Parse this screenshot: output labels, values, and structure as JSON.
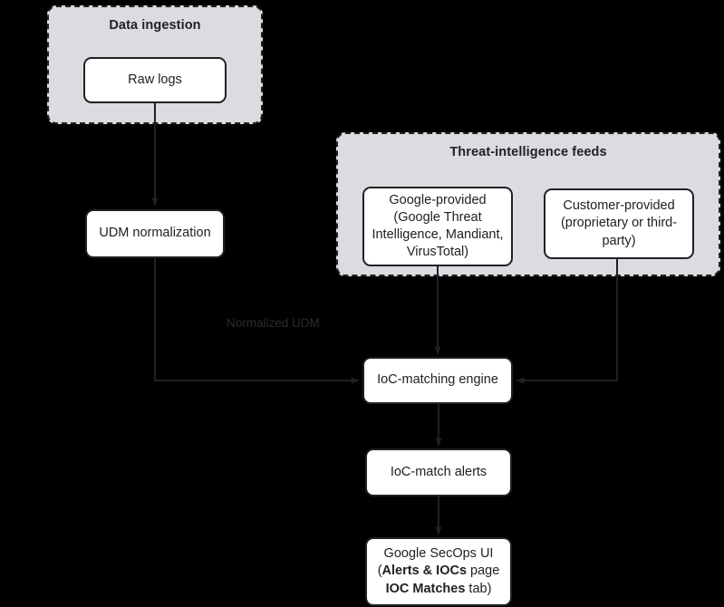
{
  "diagram": {
    "type": "flowchart",
    "background_color": "#000000",
    "node_fill": "#ffffff",
    "node_stroke": "#202124",
    "cluster_fill": "#dadce0",
    "cluster_stroke": "#202124",
    "edge_label_color": "#2c2c2f"
  },
  "clusters": [
    {
      "id": "data-ingestion",
      "title": "Data ingestion"
    },
    {
      "id": "threat-intelligence-feeds",
      "title": "Threat-intelligence feeds"
    }
  ],
  "nodes": [
    {
      "id": "raw-logs",
      "label": "Raw logs"
    },
    {
      "id": "udm-normalization",
      "label": "UDM normalization"
    },
    {
      "id": "google-provided",
      "label": "Google-provided (Google Threat Intelligence, Mandiant, VirusTotal)",
      "lines": [
        "Google-provided",
        "(Google Threat",
        "Intelligence, Mandiant,",
        "VirusTotal)"
      ]
    },
    {
      "id": "customer-provided",
      "label": "Customer-provided (proprietary or third-party)",
      "lines": [
        "Customer-provided",
        "(proprietary or third-",
        "party)"
      ]
    },
    {
      "id": "ioc-matching-engine",
      "label": "IoC-matching engine"
    },
    {
      "id": "ioc-match-alerts",
      "label": "IoC-match alerts"
    },
    {
      "id": "google-secops-ui",
      "label": "Google SecOps UI (Alerts & IOCs page IOC Matches tab)",
      "line1": "Google SecOps UI",
      "line2_prefix": "(",
      "line2_bold": "Alerts & IOCs",
      "line2_suffix": " page",
      "line3_bold": "IOC Matches",
      "line3_suffix": " tab)"
    }
  ],
  "edges": [
    {
      "id": "raw-logs-to-udm",
      "from": "raw-logs",
      "to": "udm-normalization",
      "label": ""
    },
    {
      "id": "udm-to-engine",
      "from": "udm-normalization",
      "to": "ioc-matching-engine",
      "label": "Normalized UDM"
    },
    {
      "id": "google-provided-to-engine",
      "from": "google-provided",
      "to": "ioc-matching-engine",
      "label": ""
    },
    {
      "id": "customer-provided-to-engine",
      "from": "customer-provided",
      "to": "ioc-matching-engine",
      "label": ""
    },
    {
      "id": "engine-to-alerts",
      "from": "ioc-matching-engine",
      "to": "ioc-match-alerts",
      "label": ""
    },
    {
      "id": "alerts-to-ui",
      "from": "ioc-match-alerts",
      "to": "google-secops-ui",
      "label": ""
    }
  ]
}
